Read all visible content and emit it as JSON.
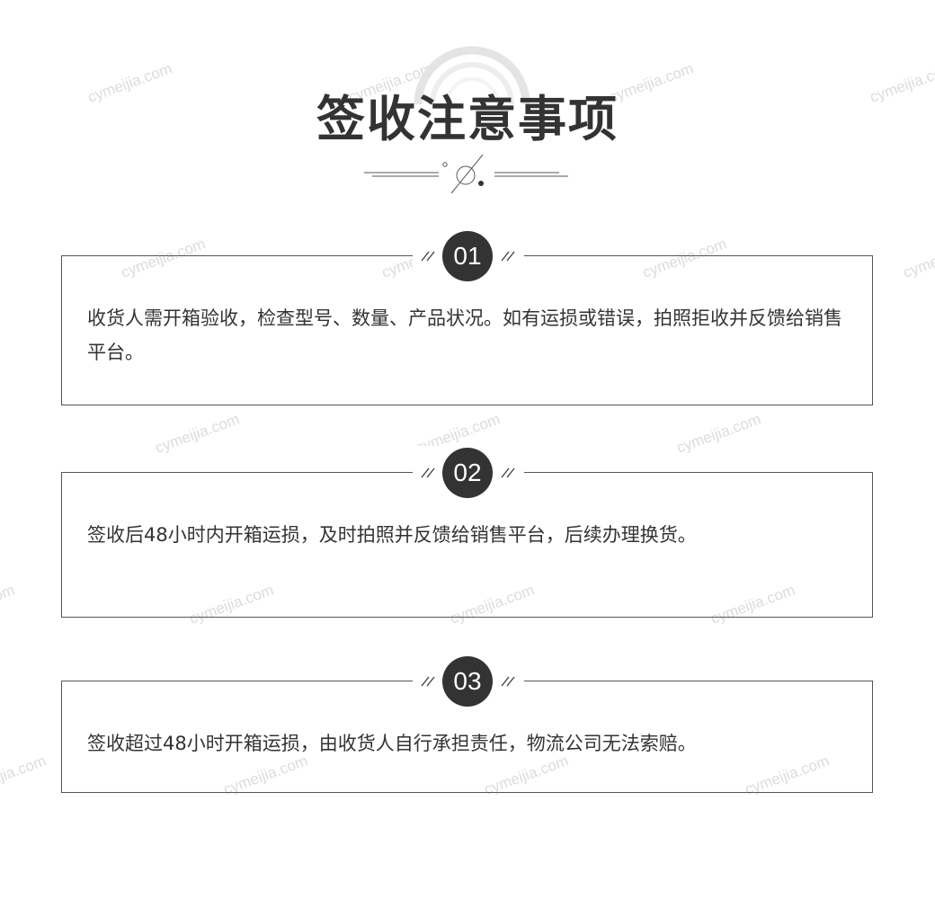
{
  "header": {
    "title": "签收注意事项"
  },
  "watermark_text": "cymeijia.com",
  "notices": [
    {
      "number": "01",
      "text": "收货人需开箱验收，检查型号、数量、产品状况。如有运损或错误，拍照拒收并反馈给销售平台。"
    },
    {
      "number": "02",
      "text": "签收后48小时内开箱运损，及时拍照并反馈给销售平台，后续办理换货。"
    },
    {
      "number": "03",
      "text": "签收超过48小时开箱运损，由收货人自行承担责任，物流公司无法索赔。"
    }
  ],
  "colors": {
    "text": "#333333",
    "badge_bg": "#333333",
    "border": "#555555",
    "watermark": "#dcdcdc"
  }
}
